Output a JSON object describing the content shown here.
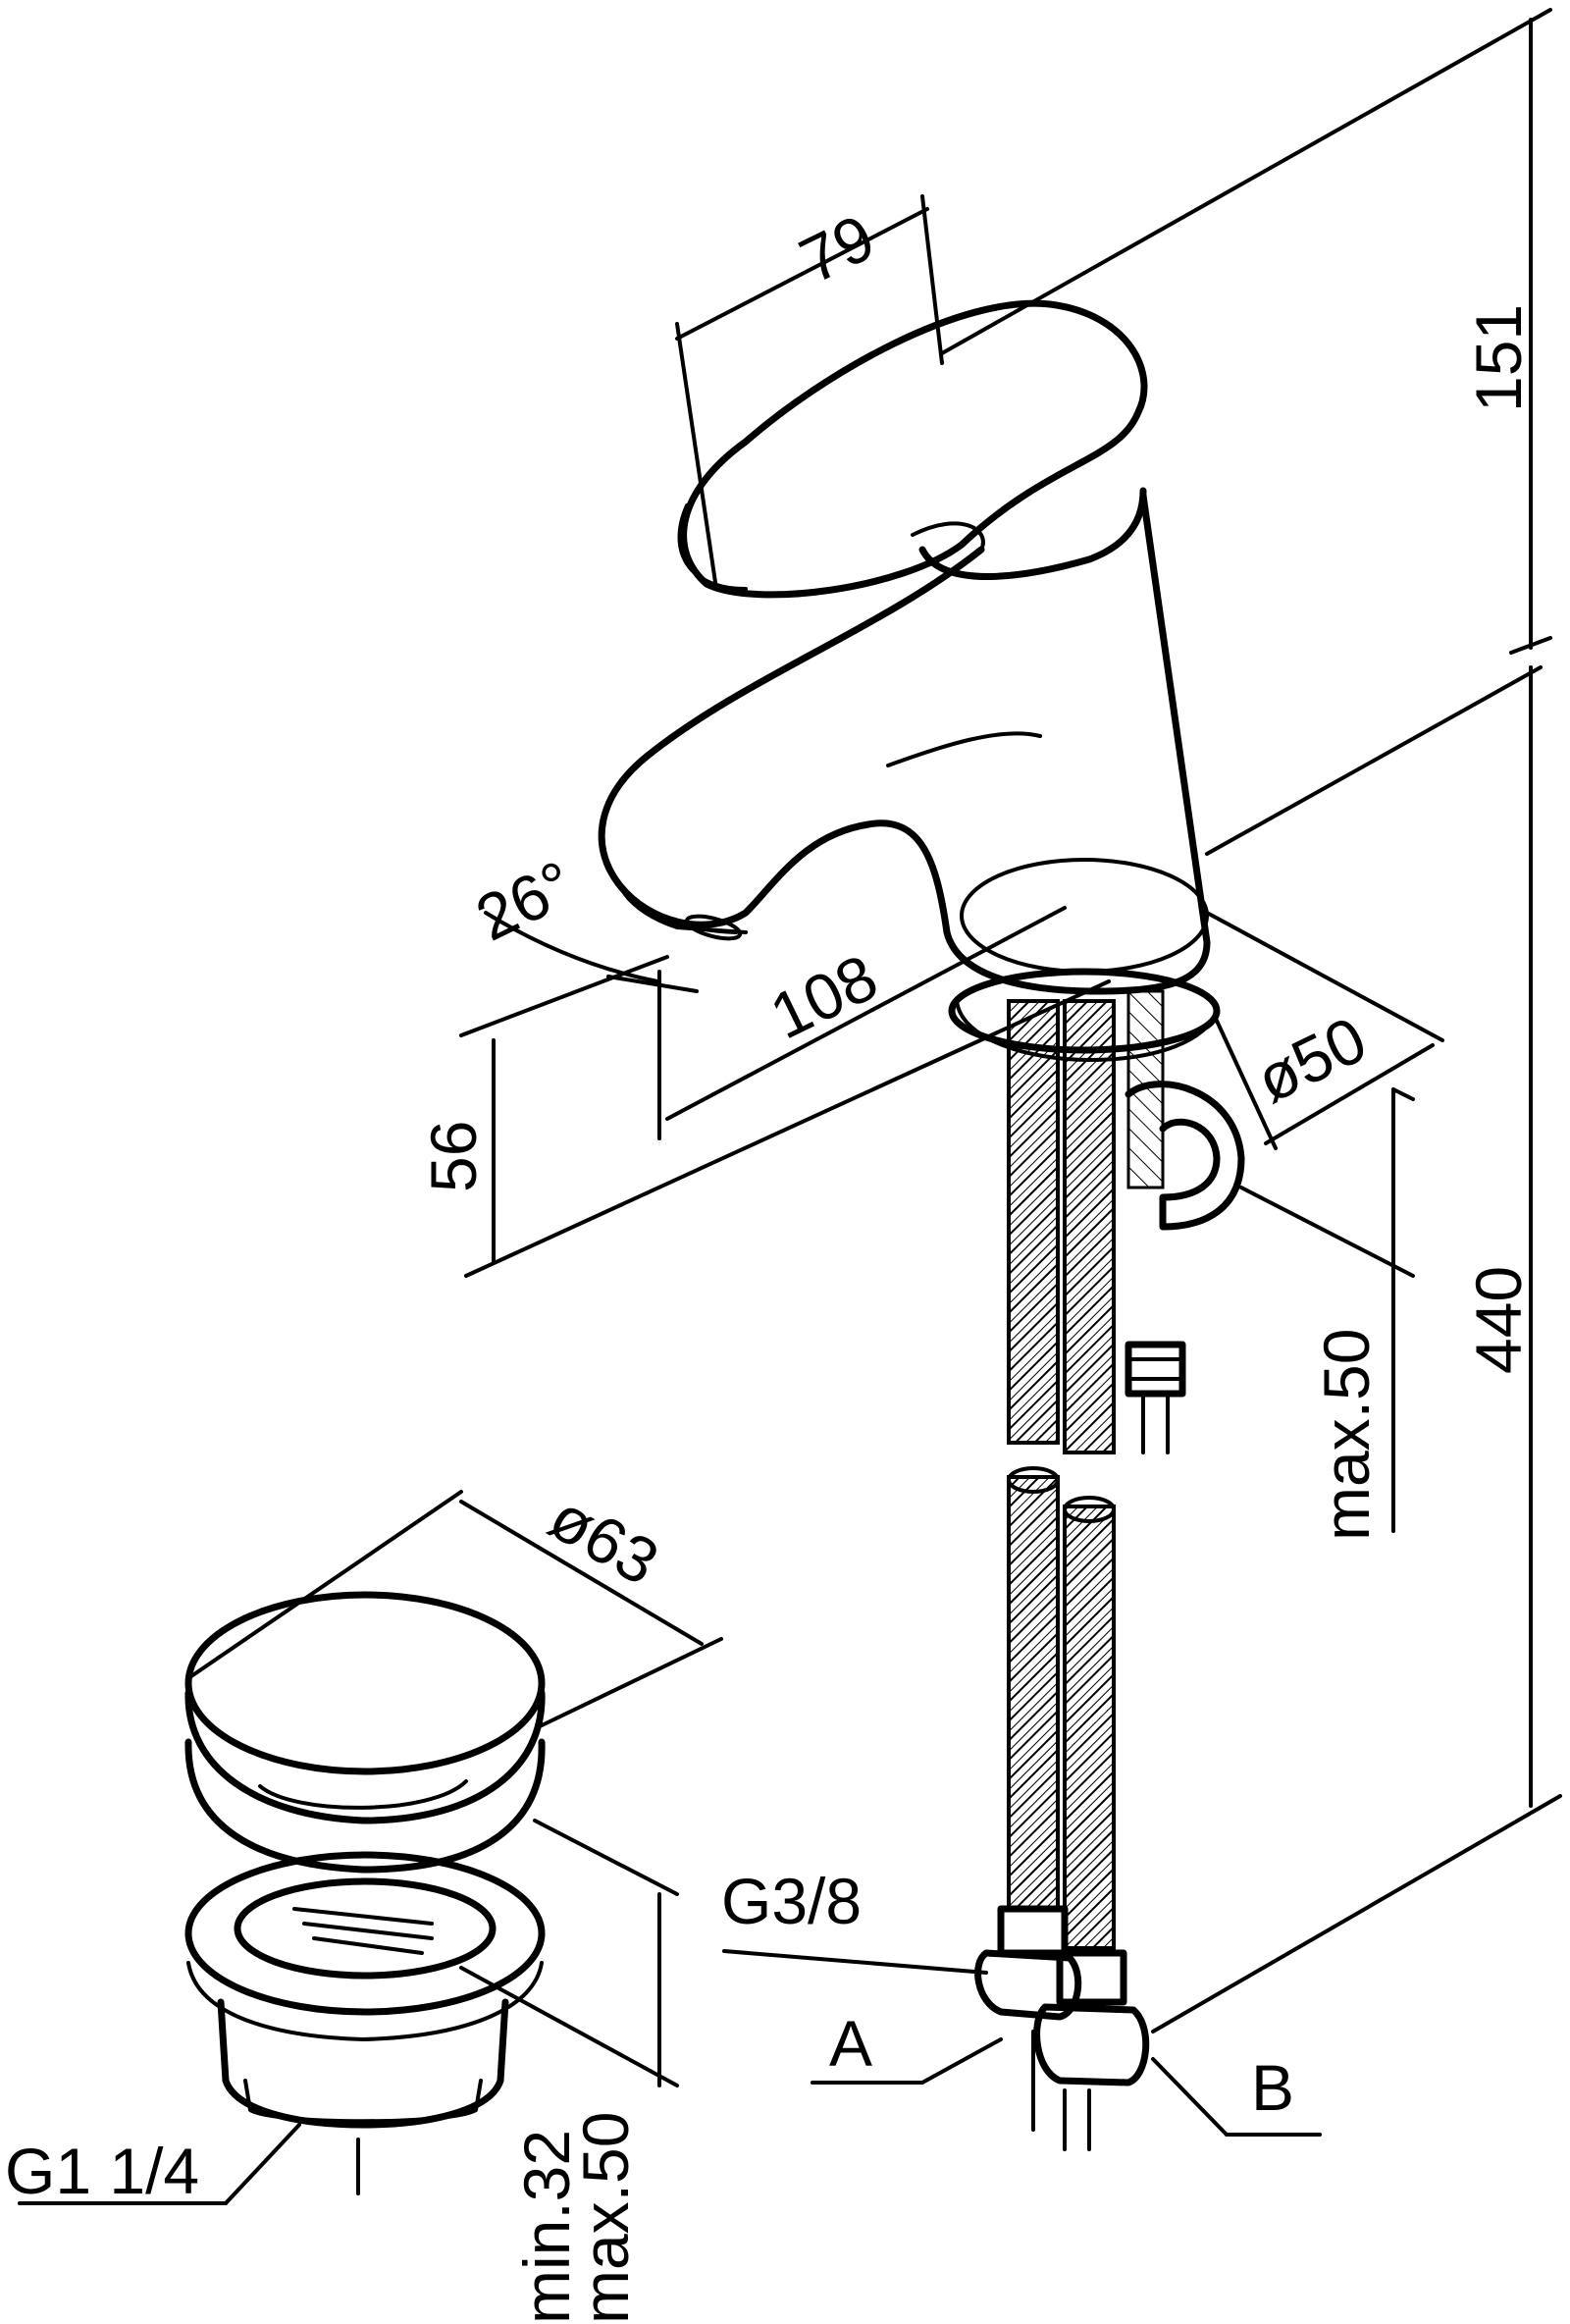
{
  "dimensions": {
    "handle_width": "79",
    "top_height": "151",
    "spout_angle": "26°",
    "spout_reach": "108",
    "spout_height": "56",
    "base_diameter": "ø50",
    "deck_thickness_max": "max.50",
    "total_height": "440",
    "waste_diameter": "ø63",
    "waste_min": "min.32",
    "waste_max": "max.50"
  },
  "labels": {
    "hose_thread": "G3/8",
    "connection_a": "A",
    "connection_b": "B",
    "waste_thread": "G1 1/4"
  }
}
